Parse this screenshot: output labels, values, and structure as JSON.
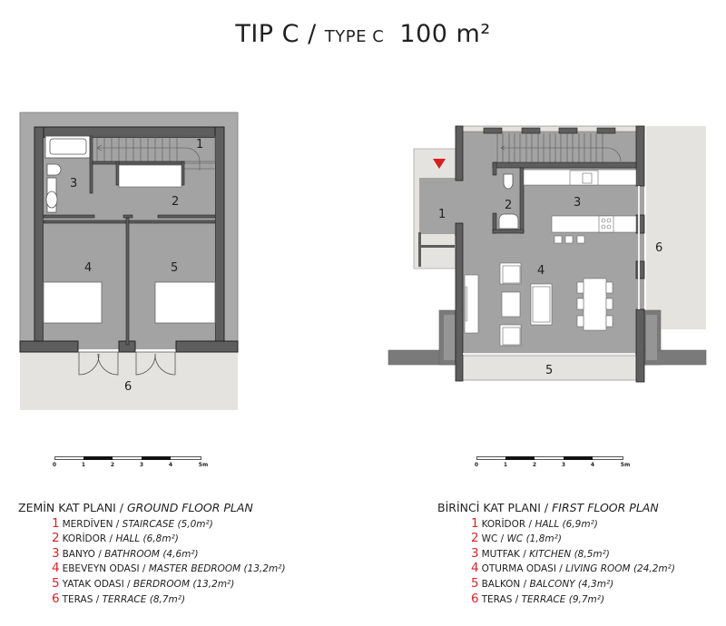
{
  "title": {
    "main": "TIP C /",
    "sub": "TYPE C",
    "area": "100 m²"
  },
  "ground_floor": {
    "heading_tr": "ZEMİN KAT PLANI /",
    "heading_en": "GROUND FLOOR PLAN",
    "room_labels": [
      "1",
      "2",
      "3",
      "4",
      "5",
      "6"
    ],
    "items": [
      {
        "num": "1",
        "tr": "MERDİVEN /",
        "en": "STAIRCASE (5,0m²)"
      },
      {
        "num": "2",
        "tr": "KORİDOR /",
        "en": "HALL (6,8m²)"
      },
      {
        "num": "3",
        "tr": "BANYO /",
        "en": "BATHROOM (4,6m²)"
      },
      {
        "num": "4",
        "tr": "EBEVEYN ODASI /",
        "en": "MASTER BEDROOM (13,2m²)"
      },
      {
        "num": "5",
        "tr": "YATAK ODASI /",
        "en": "BERDROOM (13,2m²)"
      },
      {
        "num": "6",
        "tr": "TERAS /",
        "en": "TERRACE (8,7m²)"
      }
    ]
  },
  "first_floor": {
    "heading_tr": "BİRİNCİ KAT PLANI /",
    "heading_en": "FIRST FLOOR PLAN",
    "room_labels": [
      "1",
      "2",
      "3",
      "4",
      "5",
      "6"
    ],
    "items": [
      {
        "num": "1",
        "tr": "KORİDOR /",
        "en": "HALL (6,9m²)"
      },
      {
        "num": "2",
        "tr": "WC /",
        "en": "WC (1,8m²)"
      },
      {
        "num": "3",
        "tr": "MUTFAK /",
        "en": "KITCHEN (8,5m²)"
      },
      {
        "num": "4",
        "tr": "OTURMA ODASI /",
        "en": "LIVING ROOM (24,2m²)"
      },
      {
        "num": "5",
        "tr": "BALKON /",
        "en": "BALCONY (4,3m²)"
      },
      {
        "num": "6",
        "tr": "TERAS /",
        "en": "TERRACE (9,7m²)"
      }
    ]
  },
  "scale_bar": {
    "ticks": [
      "0",
      "1",
      "2",
      "3",
      "4",
      "5m"
    ]
  },
  "colors": {
    "accent_number": "#d4262b",
    "entrance_marker": "#d81e1e",
    "floor": "#a3a3a3",
    "wall": "#5e5e5e",
    "terrace": "#e5e3df",
    "outer_ground": "#a9a9a9"
  }
}
